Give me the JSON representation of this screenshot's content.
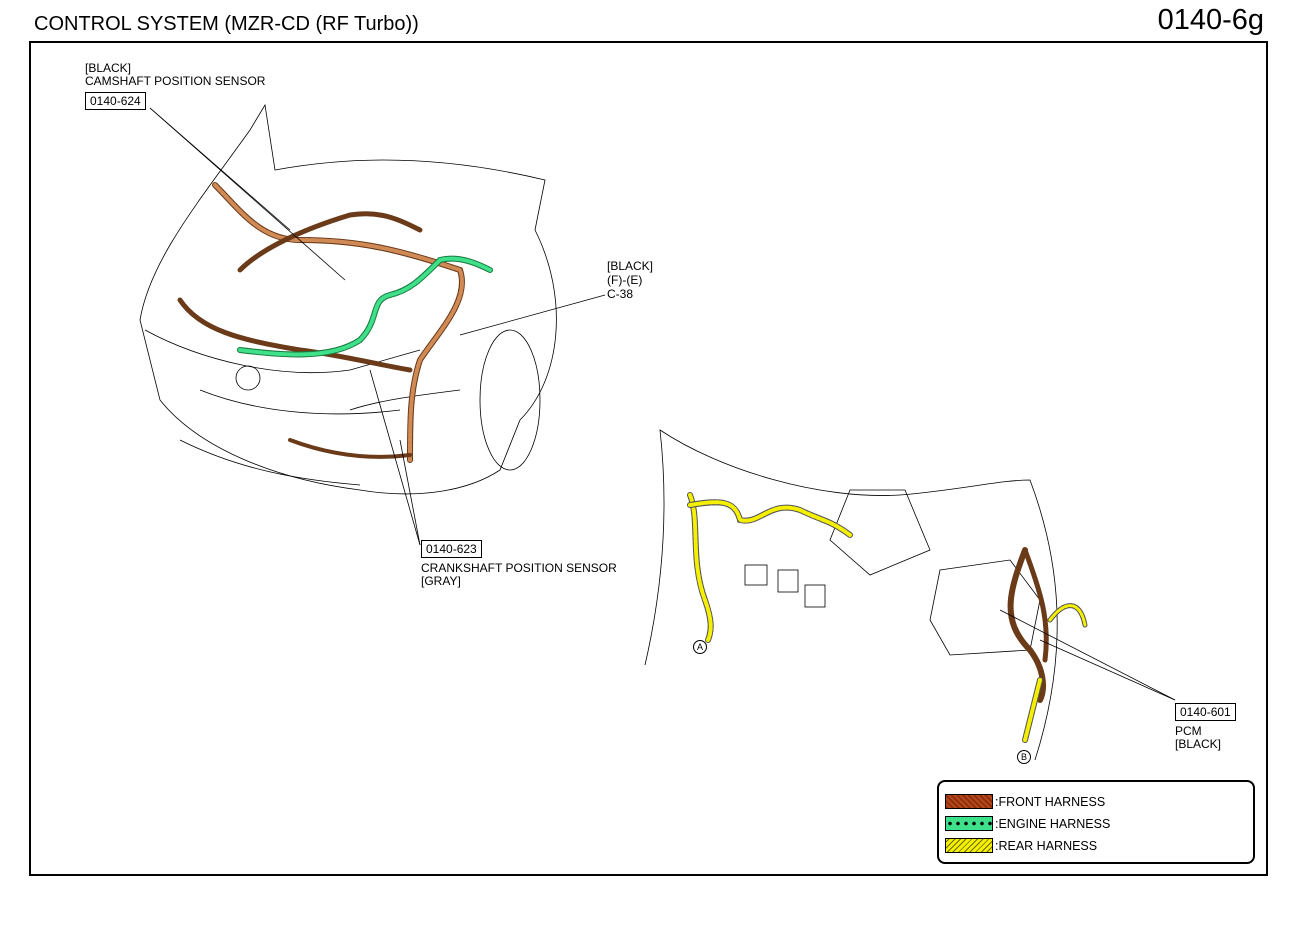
{
  "header": {
    "title": "CONTROL SYSTEM (MZR-CD (RF Turbo))",
    "page_number": "0140-6g"
  },
  "callouts": {
    "camshaft": {
      "color_label": "[BLACK]",
      "name": "CAMSHAFT POSITION SENSOR",
      "code": "0140-624"
    },
    "connector": {
      "color_label": "[BLACK]",
      "pins": "(F)-(E)",
      "code": "C-38"
    },
    "crankshaft": {
      "code": "0140-623",
      "name": "CRANKSHAFT POSITION SENSOR",
      "color_label": "[GRAY]"
    },
    "pcm": {
      "code": "0140-601",
      "name": "PCM",
      "color_label": "[BLACK]"
    }
  },
  "markers": {
    "a": "A",
    "b": "B"
  },
  "legend": {
    "items": [
      {
        "label": ":FRONT HARNESS",
        "color": "#c87a45"
      },
      {
        "label": ":ENGINE HARNESS",
        "color": "#3fe08a"
      },
      {
        "label": ":REAR HARNESS",
        "color": "#f5f000"
      }
    ]
  }
}
